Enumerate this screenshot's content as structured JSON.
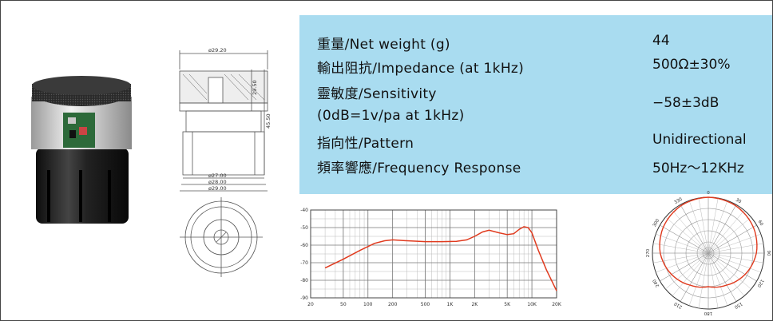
{
  "specs": [
    {
      "label": "重量/Net weight (g)",
      "value": "44"
    },
    {
      "label": "輸出阻抗/Impedance (at 1kHz)",
      "value": "500Ω±30%"
    },
    {
      "label": "靈敏度/Sensitivity",
      "value": "−58±3dB"
    },
    {
      "label": "(0dB=1v/pa at 1kHz)",
      "value": ""
    },
    {
      "label": "指向性/Pattern",
      "value": "Unidirectional"
    },
    {
      "label": "頻率響應/Frequency Response",
      "value": "50Hz～12KHz"
    }
  ],
  "drawing": {
    "dim_top": "ø29.20",
    "dim_h1": "29.50",
    "dim_h2": "45.50",
    "dim_b1": "ø27.00",
    "dim_b2": "ø28.00",
    "dim_b3": "ø29.00"
  },
  "chart_data": [
    {
      "type": "line",
      "title": "",
      "xlabel": "",
      "ylabel": "",
      "x_scale": "log",
      "xlim": [
        20,
        20000
      ],
      "ylim": [
        -90,
        -40
      ],
      "x_ticks": [
        {
          "v": 20,
          "label": "20"
        },
        {
          "v": 50,
          "label": "50"
        },
        {
          "v": 100,
          "label": "100"
        },
        {
          "v": 200,
          "label": "200"
        },
        {
          "v": 500,
          "label": "500"
        },
        {
          "v": 1000,
          "label": "1K"
        },
        {
          "v": 2000,
          "label": "2K"
        },
        {
          "v": 5000,
          "label": "5K"
        },
        {
          "v": 10000,
          "label": "10K"
        },
        {
          "v": 20000,
          "label": "20K"
        }
      ],
      "y_ticks": [
        -40,
        -50,
        -60,
        -70,
        -80,
        -90
      ],
      "grid": true,
      "line_color": "#e03a1e",
      "series": [
        {
          "x": [
            30,
            50,
            80,
            120,
            160,
            200,
            300,
            500,
            800,
            1200,
            1600,
            2000,
            2500,
            3000,
            4000,
            5000,
            6000,
            7000,
            8000,
            9000,
            10000,
            12000,
            15000,
            20000
          ],
          "y": [
            -73,
            -68,
            -63,
            -59,
            -57.5,
            -57,
            -57.5,
            -58,
            -58,
            -57.8,
            -57,
            -55,
            -52.5,
            -51.5,
            -53,
            -54,
            -53.5,
            -51,
            -49.5,
            -50,
            -53,
            -63,
            -74,
            -86
          ]
        }
      ]
    },
    {
      "type": "polar",
      "title": "",
      "angle_labels": [
        "0",
        "30",
        "60",
        "90",
        "120",
        "150",
        "180",
        "210",
        "240",
        "270",
        "300",
        "330"
      ],
      "line_color": "#e03a1e",
      "series": [
        {
          "angle": [
            0,
            30,
            60,
            90,
            120,
            150,
            180,
            210,
            240,
            270,
            300,
            330
          ],
          "r": [
            1.0,
            0.98,
            0.93,
            0.86,
            0.76,
            0.66,
            0.6,
            0.66,
            0.76,
            0.86,
            0.93,
            0.98
          ]
        }
      ]
    }
  ]
}
